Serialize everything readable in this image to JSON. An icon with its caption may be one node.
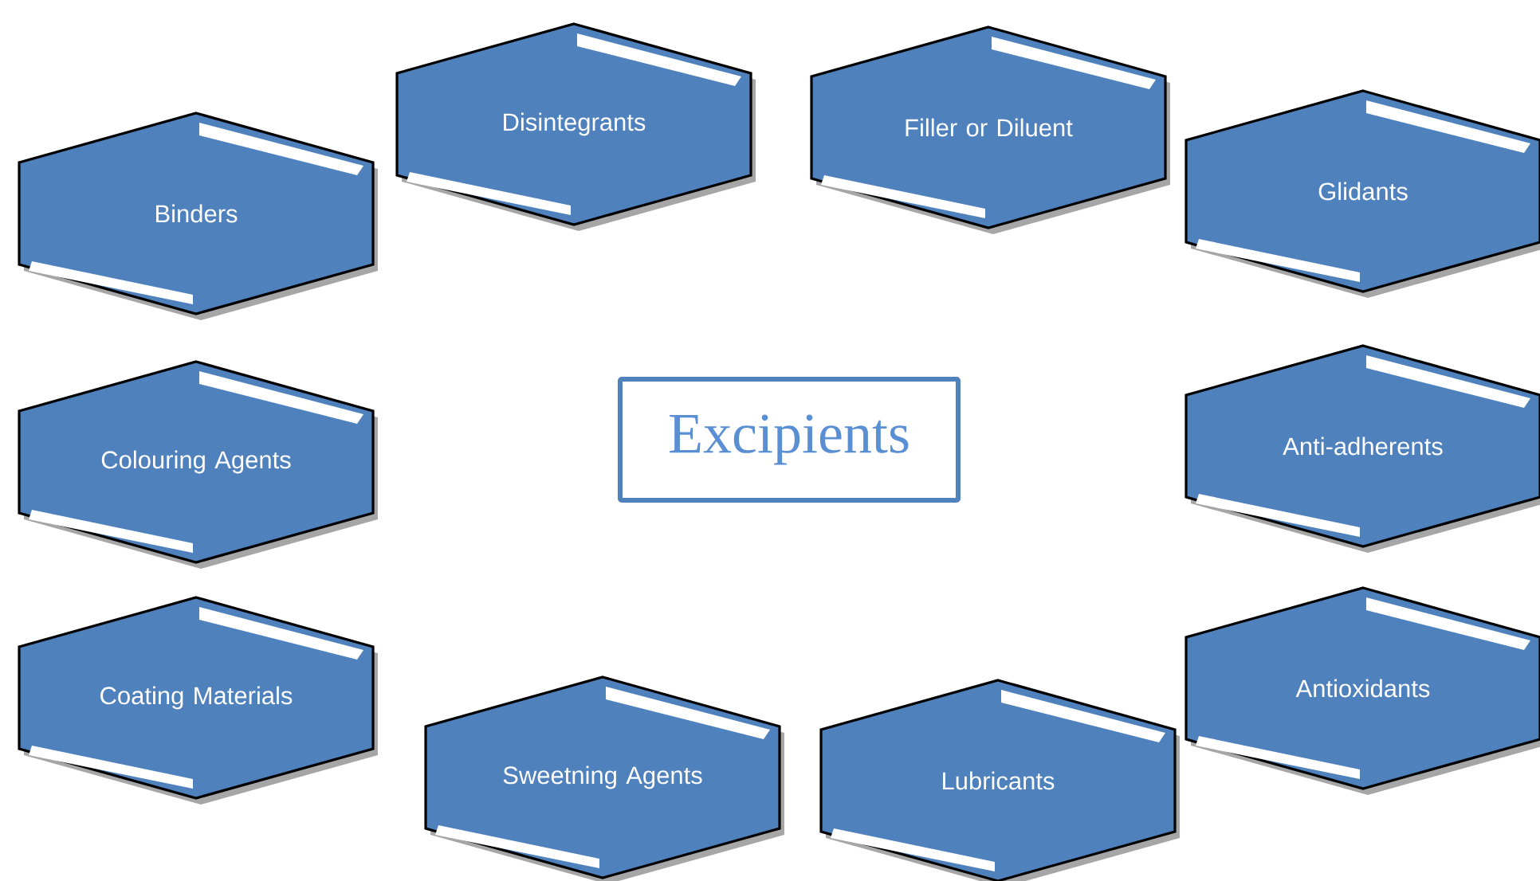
{
  "diagram": {
    "nodes": [
      {
        "text": [
          "Disintegrants"
        ]
      },
      {
        "text": [
          "Filler or Diluent"
        ]
      },
      {
        "text": [
          "Binders"
        ]
      },
      {
        "text": [
          "Glidants"
        ]
      },
      {
        "text": [
          "Excipients"
        ]
      },
      {
        "text": [
          "Colouring Agents"
        ]
      },
      {
        "text": [
          "Anti-adherents"
        ]
      },
      {
        "text": [
          "Antioxidants"
        ]
      },
      {
        "text": [
          "Coating Materials"
        ]
      },
      {
        "text": [
          "Sweetning Agents"
        ]
      },
      {
        "text": [
          "Lubricants"
        ]
      }
    ]
  }
}
